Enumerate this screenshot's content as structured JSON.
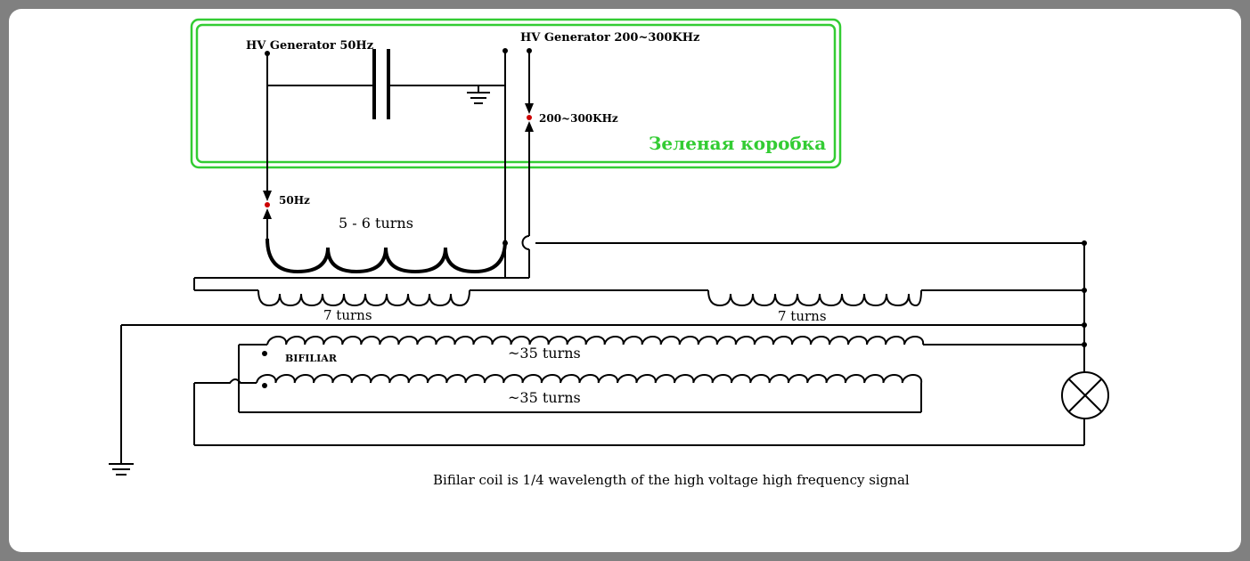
{
  "labels": {
    "hv_gen_50": "HV Generator 50Hz",
    "hv_gen_hf": "HV Generator 200~300KHz",
    "freq_hf": "200~300KHz",
    "freq_50": "50Hz",
    "green_box": "Зеленая коробка",
    "primary_turns": "5 - 6 turns",
    "coil_left_turns": "7 turns",
    "coil_right_turns": "7 turns",
    "bifilar": "BIFILIAR",
    "upper_bifilar_turns": "~35 turns",
    "lower_bifilar_turns": "~35 turns",
    "caption": "Bifilar coil is 1/4 wavelength of the high voltage high frequency signal"
  },
  "colors": {
    "green_box": "#33cc33",
    "wire": "#000000",
    "spark_gap_dot": "#cc0000"
  }
}
